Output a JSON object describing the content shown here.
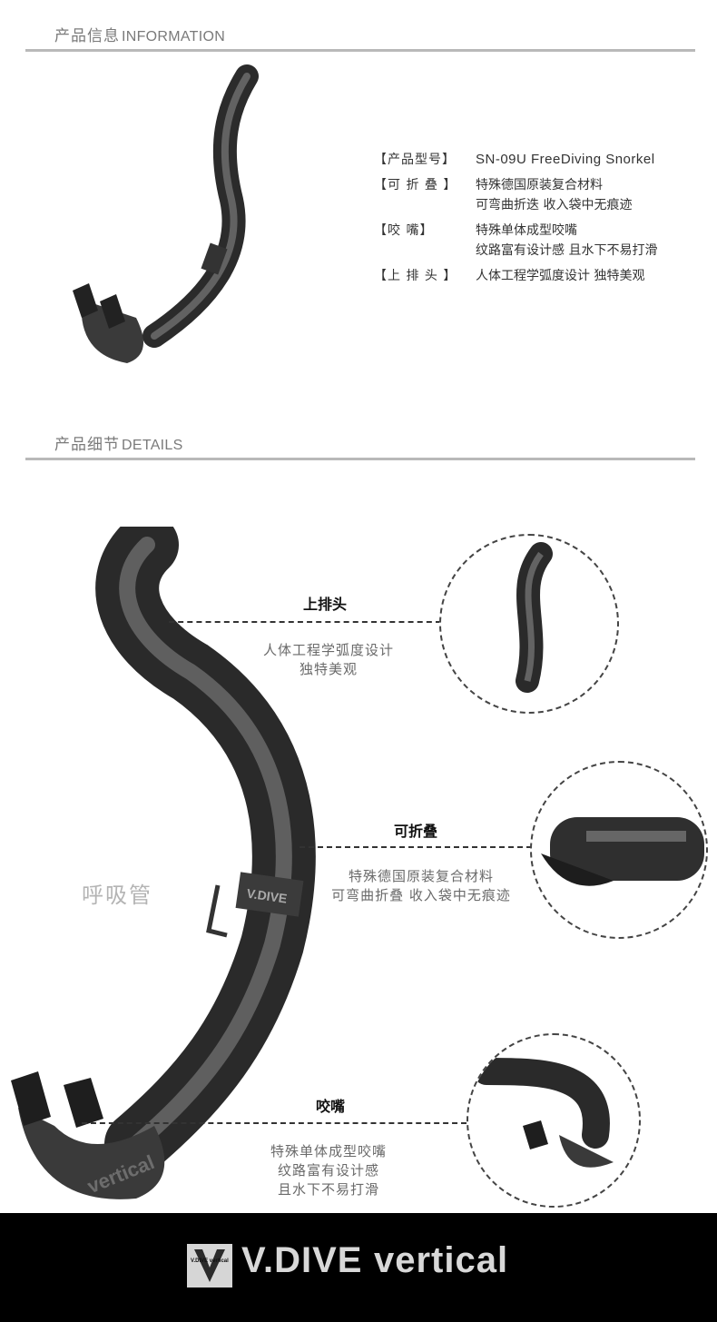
{
  "info_section": {
    "title_cn": "产品信息",
    "title_en": "INFORMATION",
    "rows": [
      {
        "key": "【产品型号】",
        "values": [
          "SN-09U FreeDiving Snorkel"
        ]
      },
      {
        "key": "【可 折 叠 】",
        "values": [
          "特殊德国原装复合材料",
          "可弯曲折迭 收入袋中无痕迹"
        ]
      },
      {
        "key": "【咬    嘴】",
        "values": [
          "特殊单体成型咬嘴",
          "纹路富有设计感 且水下不易打滑"
        ]
      },
      {
        "key": "【上 排 头 】",
        "values": [
          "人体工程学弧度设计 独特美观"
        ]
      }
    ]
  },
  "details_section": {
    "title_cn": "产品细节",
    "title_en": "DETAILS",
    "side_label": "呼吸管",
    "callouts": [
      {
        "title": "上排头",
        "lines": [
          "人体工程学弧度设计",
          "独特美观"
        ]
      },
      {
        "title": "可折叠",
        "lines": [
          "特殊德国原装复合材料",
          "可弯曲折叠 收入袋中无痕迹"
        ]
      },
      {
        "title": "咬嘴",
        "lines": [
          "特殊单体成型咬嘴",
          "纹路富有设计感",
          "且水下不易打滑"
        ]
      }
    ],
    "tube_print": "vertical",
    "clip_print": "V.DIVE"
  },
  "footer": {
    "logo_small": "V.DIVE vertical",
    "brand_1": "V.DIVE",
    "brand_2": "vertical"
  }
}
